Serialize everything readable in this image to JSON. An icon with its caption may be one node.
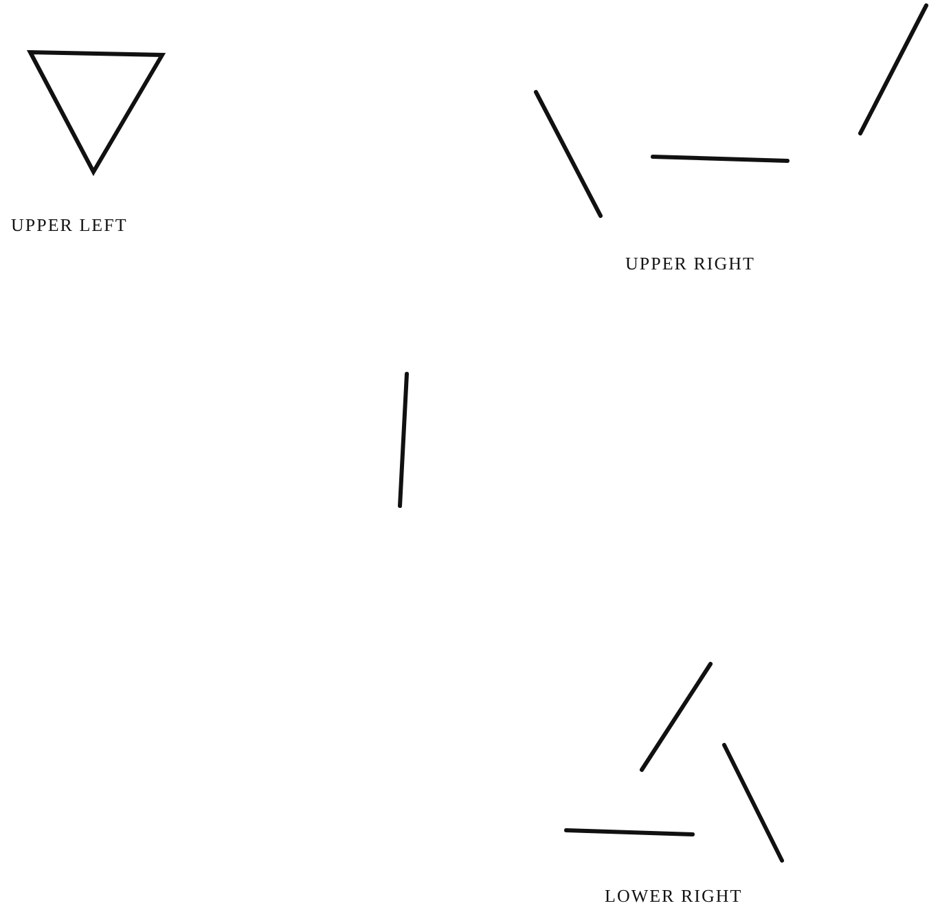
{
  "diagram": {
    "labels": [
      "UPPER LEFT",
      "UPPER RIGHT",
      "LOWER RIGHT"
    ]
  }
}
